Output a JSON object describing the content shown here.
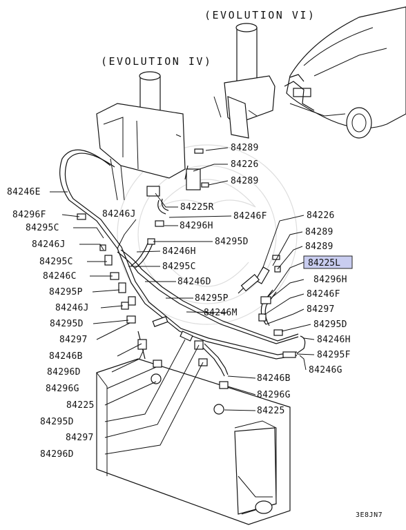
{
  "headers": [
    "(EVOLUTION VI)",
    "(EVOLUTION IV)"
  ],
  "highlighted_part": "84225L",
  "diagram_code": "3E8JN7",
  "labels": [
    "84289",
    "84226",
    "84289",
    "84225R",
    "84246E",
    "84246J",
    "84246F",
    "84296F",
    "84296H",
    "84295C",
    "84295D",
    "84246J",
    "84246H",
    "84295C",
    "84295C",
    "84246D",
    "84246C",
    "84295P",
    "84295P",
    "84246J",
    "84246M",
    "84295D",
    "84297",
    "84246B",
    "84296D",
    "84296G",
    "84225",
    "84295D",
    "84297",
    "84296D",
    "84226",
    "84289",
    "84289",
    "84296H",
    "84246F",
    "84297",
    "84295D",
    "84246H",
    "84295F",
    "84246G",
    "84246B",
    "84296G",
    "84225"
  ]
}
